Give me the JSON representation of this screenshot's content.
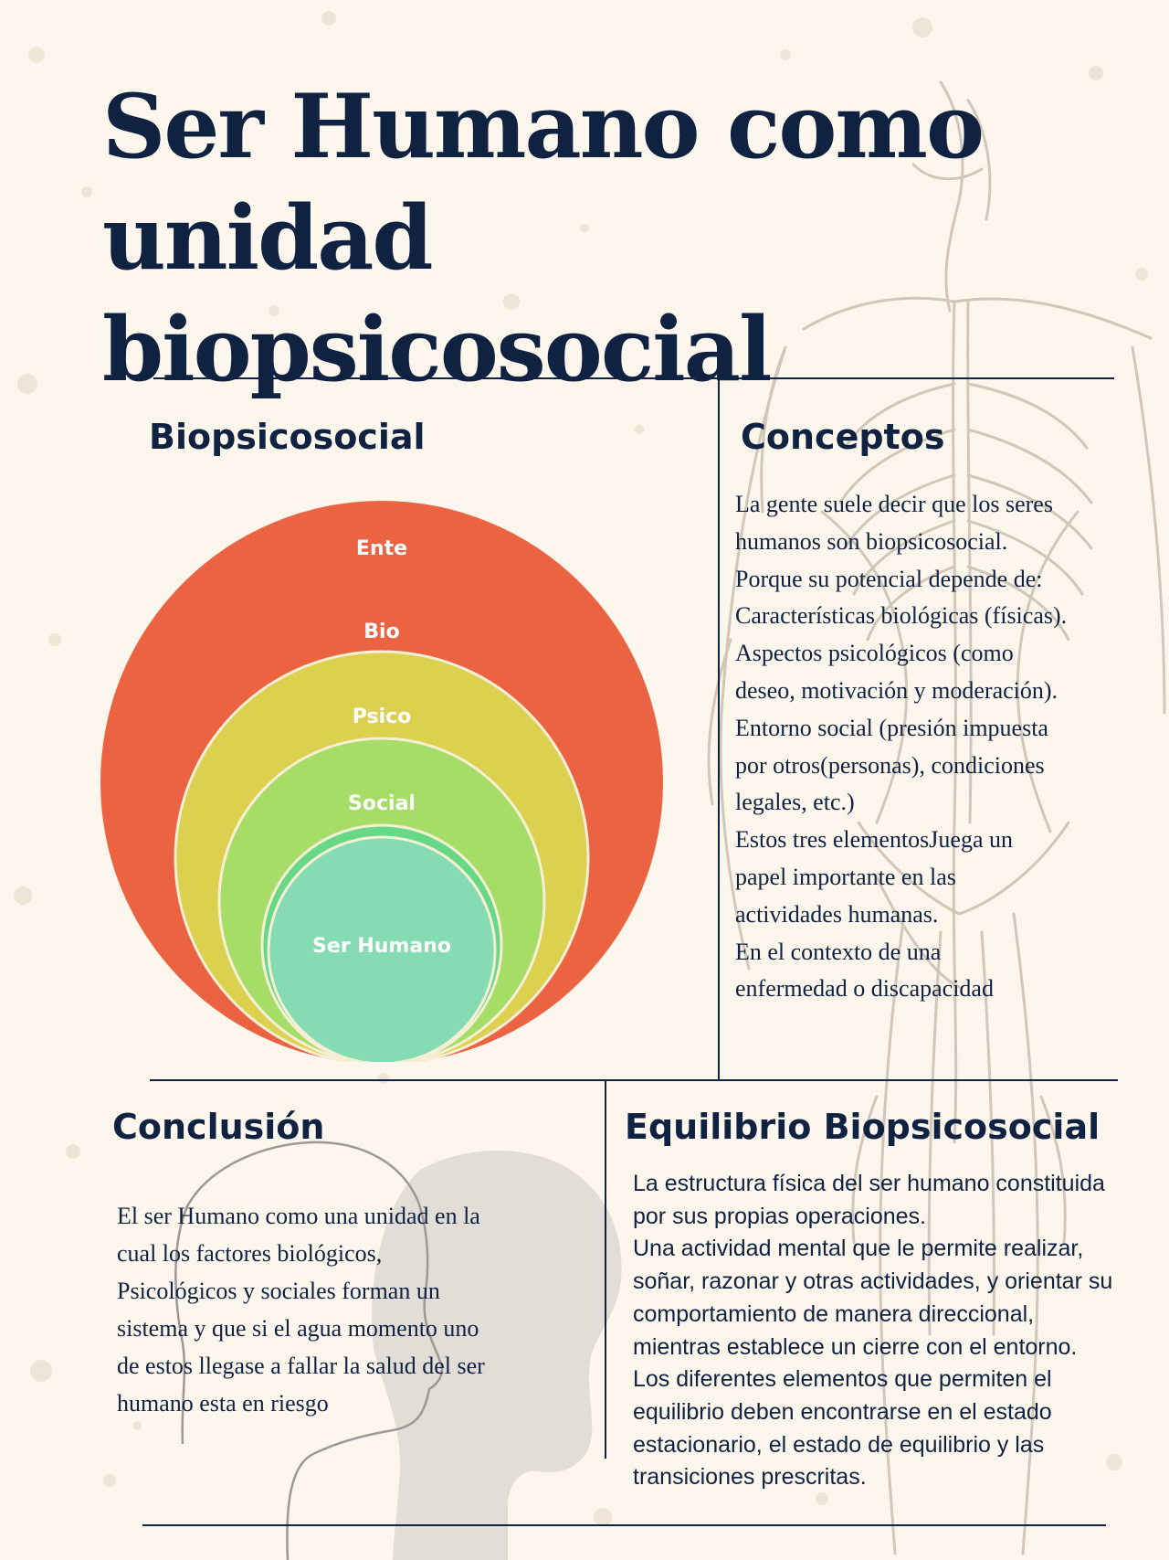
{
  "title": {
    "line1": "Ser Humano como",
    "line2": "unidad biopsicosocial"
  },
  "biopsicosocial": {
    "heading": "Biopsicosocial",
    "rings": [
      {
        "label": "Ente",
        "color": "#ec6342"
      },
      {
        "label": "Bio",
        "color": "#dcd04f"
      },
      {
        "label": "Psico",
        "color": "#a6dd66"
      },
      {
        "label": "Social",
        "color": "#67d986"
      },
      {
        "label": "Ser Humano",
        "color": "#85dbb2"
      }
    ]
  },
  "conceptos": {
    "heading": "Conceptos",
    "lines": [
      "La gente suele decir que los seres",
      "humanos son biopsicosocial.",
      "Porque su potencial depende de:",
      "Características biológicas (físicas).",
      "Aspectos psicológicos (como",
      "deseo, motivación y moderación).",
      "Entorno social (presión impuesta",
      "por otros(personas), condiciones",
      "legales, etc.)",
      "Estos tres elementosJuega un",
      "papel importante en las",
      "actividades humanas.",
      "En el contexto de una",
      "enfermedad o discapacidad"
    ]
  },
  "conclusion": {
    "heading": "Conclusión",
    "lines": [
      "El ser Humano como una unidad en la",
      "cual los factores biológicos,",
      "Psicológicos y sociales forman un",
      "sistema y que si el agua momento uno",
      "de estos llegase a fallar la salud del ser",
      "humano esta en riesgo"
    ]
  },
  "equilibrio": {
    "heading": "Equilibrio Biopsicosocial",
    "lines": [
      "La estructura física del ser humano constituida",
      "por sus propias operaciones.",
      "Una actividad mental que le permite realizar,",
      "soñar, razonar y otras actividades, y orientar su",
      "comportamiento de manera direccional,",
      "mientras establece un cierre con el entorno.",
      "Los diferentes elementos que permiten el",
      "equilibrio deben encontrarse en el estado",
      "estacionario, el estado de equilibrio y las",
      "transiciones prescritas."
    ]
  },
  "colors": {
    "navy": "#0f2241",
    "background": "#fdf6ec",
    "sketch": "#c9bfb1"
  }
}
